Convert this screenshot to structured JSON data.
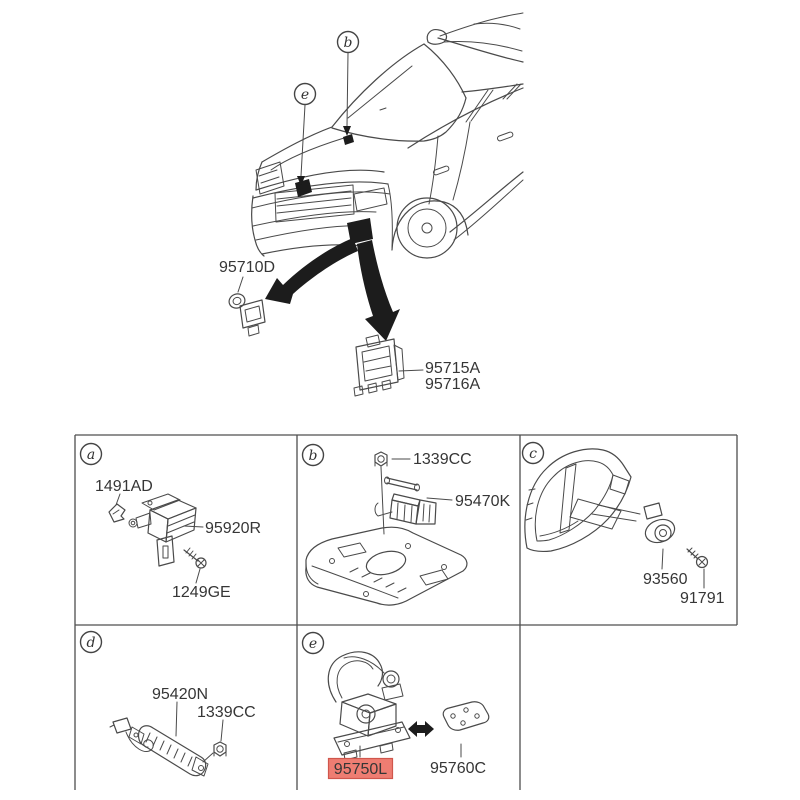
{
  "colors": {
    "line": "#4a4a4a",
    "highlight_bg": "#ee7d72",
    "highlight_border": "#d0564c",
    "highlight_text": "#8e1b10"
  },
  "main_view": {
    "callouts": {
      "b": "b",
      "e": "e"
    },
    "part_numbers": {
      "p95710d": "95710D",
      "p95715a": "95715A",
      "p95716a": "95716A"
    }
  },
  "panels": {
    "a": {
      "letter": "a",
      "parts": {
        "p1491ad": "1491AD",
        "p95920r": "95920R",
        "p1249ge": "1249GE"
      }
    },
    "b": {
      "letter": "b",
      "parts": {
        "p1339cc": "1339CC",
        "p95470k": "95470K"
      }
    },
    "c": {
      "letter": "c",
      "parts": {
        "p93560": "93560",
        "p91791": "91791"
      }
    },
    "d": {
      "letter": "d",
      "parts": {
        "p95420n": "95420N",
        "p1339cc": "1339CC"
      }
    },
    "e": {
      "letter": "e",
      "parts": {
        "p95750l": "95750L",
        "p95760c": "95760C"
      },
      "highlighted_part": "95750L"
    }
  }
}
